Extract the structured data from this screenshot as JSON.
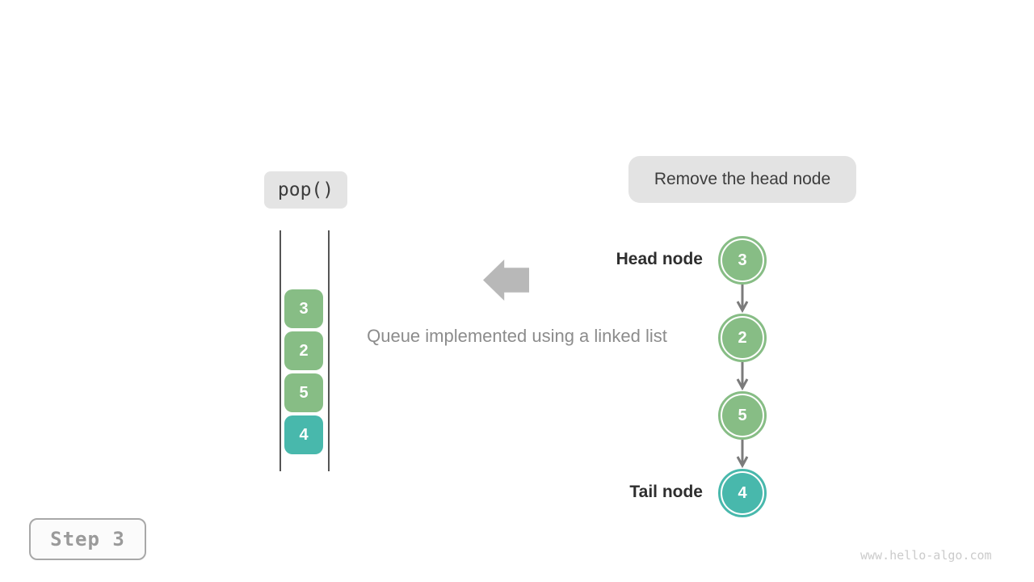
{
  "figure": {
    "operation_label": "pop()",
    "annotation": "Remove the head node",
    "caption": "Queue implemented using a linked list",
    "step_label": "Step 3",
    "watermark": "www.hello-algo.com"
  },
  "queue_stack": {
    "items": [
      {
        "value": "3",
        "color": "#87bd85"
      },
      {
        "value": "2",
        "color": "#87bd85"
      },
      {
        "value": "5",
        "color": "#87bd85"
      },
      {
        "value": "4",
        "color": "#48b8ac"
      }
    ]
  },
  "linked_list": {
    "head_label": "Head node",
    "tail_label": "Tail node",
    "nodes": [
      {
        "value": "3",
        "color": "#87bd85"
      },
      {
        "value": "2",
        "color": "#87bd85"
      },
      {
        "value": "5",
        "color": "#87bd85"
      },
      {
        "value": "4",
        "color": "#48b8ac"
      }
    ]
  },
  "colors": {
    "label_background": "#e4e4e4",
    "node_green": "#87bd85",
    "node_teal": "#48b8ac",
    "block_arrow": "#b8b8b8",
    "connector": "#7b7b7b",
    "caption_text": "#8c8c8c",
    "rail": "#555555",
    "step_text": "#9a9a9a",
    "watermark_text": "#cbcbcb"
  }
}
